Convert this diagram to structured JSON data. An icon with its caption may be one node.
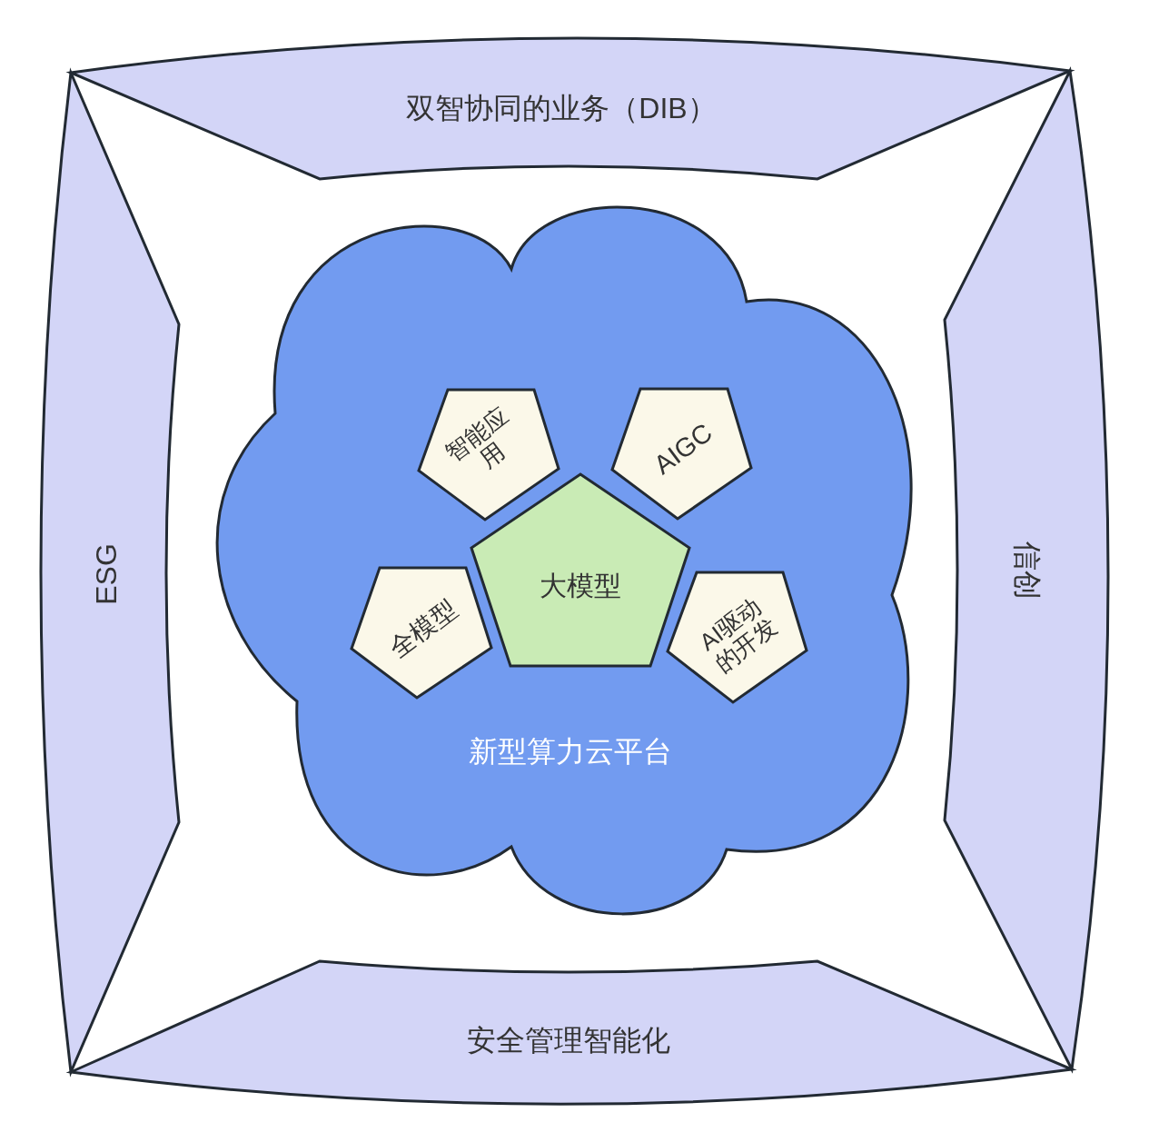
{
  "diagram": {
    "nodes": [
      {
        "text": [
          "双智协同的业务（DIB）"
        ]
      },
      {
        "text": [
          "ESG"
        ]
      },
      {
        "text": [
          "新型算力云平台"
        ]
      },
      {
        "text": [
          "智能应用"
        ],
        "in": 2
      },
      {
        "text": [
          "AIGC"
        ],
        "in": 2
      },
      {
        "text": [
          "大模型"
        ],
        "in": 2
      },
      {
        "text": [
          "全模型"
        ],
        "in": 2
      },
      {
        "text": [
          "AI驱动的开发"
        ],
        "in": 2
      },
      {
        "text": [
          "信创"
        ]
      },
      {
        "text": [
          "安全管理智能化"
        ]
      }
    ]
  }
}
